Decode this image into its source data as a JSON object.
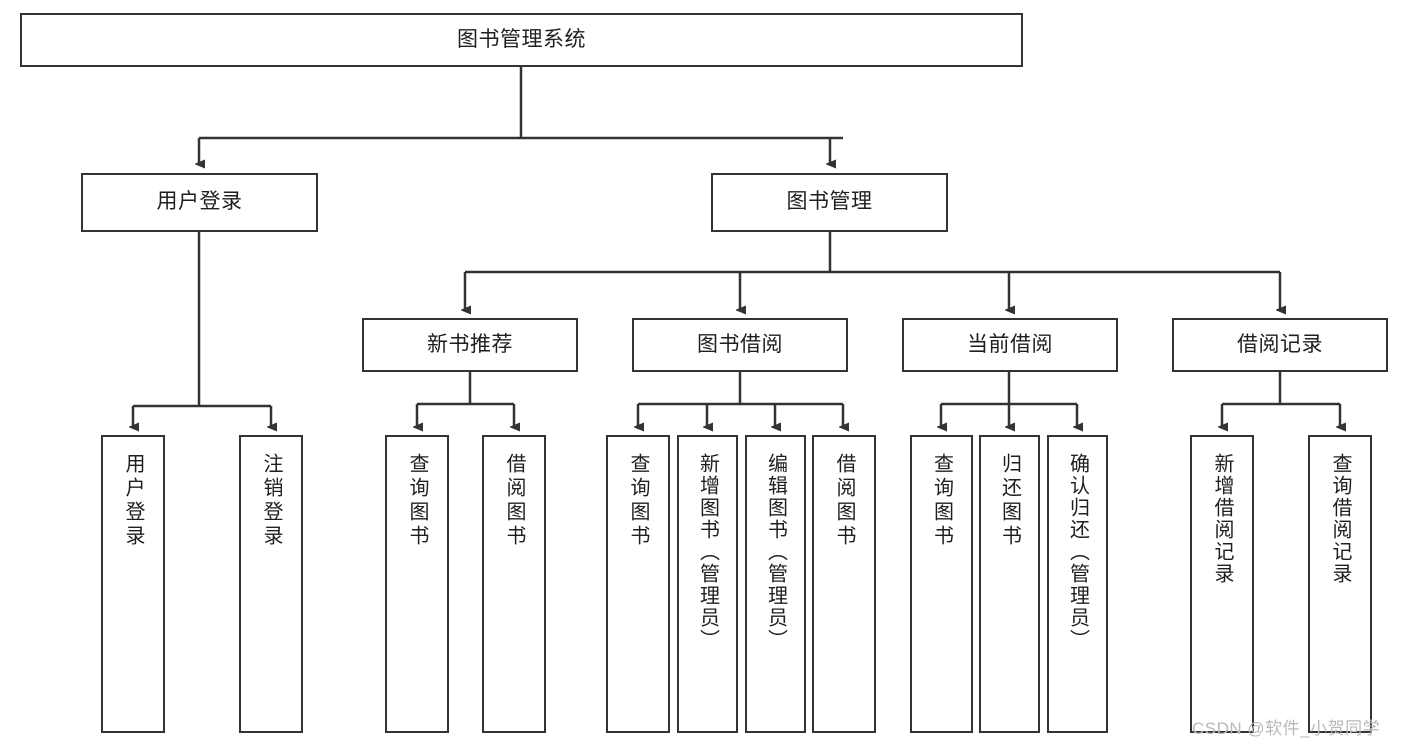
{
  "diagram": {
    "type": "tree-hierarchy-chart",
    "title_text": "图书管理系统",
    "colors": {
      "box_border": "#333333",
      "box_fill": "#ffffff",
      "connector": "#333333",
      "text": "#1f1f1f",
      "watermark": "#b9b9b9",
      "background": "#ffffff"
    },
    "levels": {
      "level1": [
        "图书管理系统"
      ],
      "level2": [
        "用户登录",
        "图书管理"
      ],
      "level3": [
        "新书推荐",
        "图书借阅",
        "当前借阅",
        "借阅记录"
      ],
      "level4": [
        "用户登录",
        "注销登录",
        "查询图书",
        "借阅图书",
        "查询图书",
        "新增图书（管理员）",
        "编辑图书（管理员）",
        "借阅图书",
        "查询图书",
        "归还图书",
        "确认归还（管理员）",
        "新增借阅记录",
        "查询借阅记录"
      ]
    },
    "nodes": {
      "root": {
        "label": "图书管理系统"
      },
      "user_login": {
        "label": "用户登录"
      },
      "book_manage": {
        "label": "图书管理"
      },
      "new_book_rec": {
        "label": "新书推荐"
      },
      "book_borrow": {
        "label": "图书借阅"
      },
      "current_borrow": {
        "label": "当前借阅"
      },
      "borrow_record": {
        "label": "借阅记录"
      },
      "leaf_user_login": {
        "label": "用户登录"
      },
      "leaf_logout": {
        "label": "注销登录"
      },
      "leaf_query_book_1": {
        "label": "查询图书"
      },
      "leaf_borrow_book_1": {
        "label": "借阅图书"
      },
      "leaf_query_book_2": {
        "label": "查询图书"
      },
      "leaf_add_book": {
        "label": "新增图书（管理员）"
      },
      "leaf_edit_book": {
        "label": "编辑图书（管理员）"
      },
      "leaf_borrow_book_2": {
        "label": "借阅图书"
      },
      "leaf_query_book_3": {
        "label": "查询图书"
      },
      "leaf_return_book": {
        "label": "归还图书"
      },
      "leaf_confirm_return": {
        "label": "确认归还（管理员）"
      },
      "leaf_add_record": {
        "label": "新增借阅记录"
      },
      "leaf_query_record": {
        "label": "查询借阅记录"
      }
    },
    "edges": [
      {
        "from": "图书管理系统",
        "to": "用户登录"
      },
      {
        "from": "图书管理系统",
        "to": "图书管理"
      },
      {
        "from": "用户登录",
        "to": "用户登录"
      },
      {
        "from": "用户登录",
        "to": "注销登录"
      },
      {
        "from": "图书管理",
        "to": "新书推荐"
      },
      {
        "from": "图书管理",
        "to": "图书借阅"
      },
      {
        "from": "图书管理",
        "to": "当前借阅"
      },
      {
        "from": "图书管理",
        "to": "借阅记录"
      },
      {
        "from": "新书推荐",
        "to": "查询图书"
      },
      {
        "from": "新书推荐",
        "to": "借阅图书"
      },
      {
        "from": "图书借阅",
        "to": "查询图书"
      },
      {
        "from": "图书借阅",
        "to": "新增图书（管理员）"
      },
      {
        "from": "图书借阅",
        "to": "编辑图书（管理员）"
      },
      {
        "from": "图书借阅",
        "to": "借阅图书"
      },
      {
        "from": "当前借阅",
        "to": "查询图书"
      },
      {
        "from": "当前借阅",
        "to": "归还图书"
      },
      {
        "from": "当前借阅",
        "to": "确认归还（管理员）"
      },
      {
        "from": "借阅记录",
        "to": "新增借阅记录"
      },
      {
        "from": "借阅记录",
        "to": "查询借阅记录"
      }
    ]
  },
  "watermark": {
    "text": "CSDN @软件_小贺同学"
  }
}
